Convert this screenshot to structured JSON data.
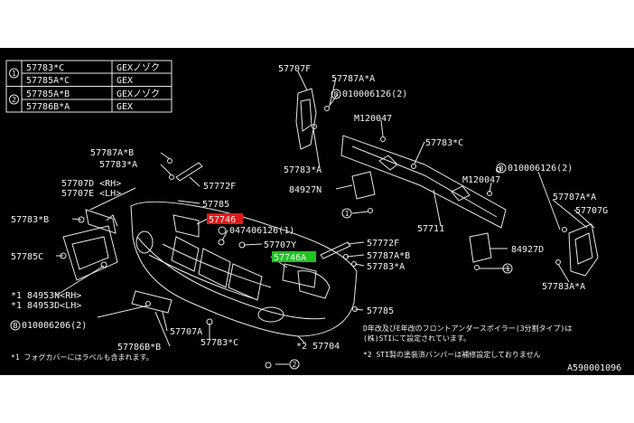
{
  "legend_table": {
    "circle_1": "1",
    "circle_2": "2",
    "rows": [
      {
        "part": "57783*C",
        "spec": "GEXノゾク"
      },
      {
        "part": "57785A*C",
        "spec": "GEX"
      },
      {
        "part": "57785A*B",
        "spec": "GEXノゾク"
      },
      {
        "part": "57786B*A",
        "spec": "GEX"
      }
    ]
  },
  "callouts": {
    "p57707F": "57707F",
    "p57787A_A_top": "57787A*A",
    "p010006126_2_top": "010006126(2)",
    "pM120047_top": "M120047",
    "p57783_C_center": "57783*C",
    "p57783_A_center": "57783*A",
    "p84927N": "84927N",
    "c1_center": "1",
    "p57711": "57711",
    "p010006126_2_right": "010006126(2)",
    "pM120047_right": "M120047",
    "p57787A_A_right": "57787A*A",
    "p57707G": "57707G",
    "p84927D": "84927D",
    "c1_right": "1",
    "p57783A_A_right": "57783A*A",
    "p57787A_B_left": "57787A*B",
    "p57783_A_left": "57783*A",
    "p57772F_top": "57772F",
    "p57707D": "57707D <RH>",
    "p57707E": "57707E <LH>",
    "p57785_top": "57785",
    "p57783_B": "57783*B",
    "p57746_red": "57746",
    "p047406126": "047406126(1)",
    "p57707Y": "57707Y",
    "p57772F_mid": "57772F",
    "p57746A_green": "57746A",
    "p57787A_B_mid": "57787A*B",
    "p57783_A_mid": "57783*A",
    "p57785C": "57785C",
    "p84953N": "*1 84953N<RH>",
    "p84953D": "*1 84953D<LH>",
    "p010006206_2": "010006206(2)",
    "p57785_bottom": "57785",
    "p57707A": "57707A",
    "p57786B_B": "57786B*B",
    "p57783_C_bottom": "57783*C",
    "p57704": "*2 57704",
    "c2_bottom": "2",
    "circle_B": "B"
  },
  "notes": {
    "note1_line1": "D年改及びE年改のフロントアンダースポイラー(3分割タイプ)は",
    "note1_line2": "(株)STIにて設定されています。",
    "note2": "*2 STI製の塗装済バンパーは補修設定しておりません",
    "footnote1": "*1 フォグカバーにはラベルも含まれます。"
  },
  "figure_id": "A590001096",
  "highlight_colors": {
    "red": "#e0191b",
    "green": "#21c321"
  }
}
